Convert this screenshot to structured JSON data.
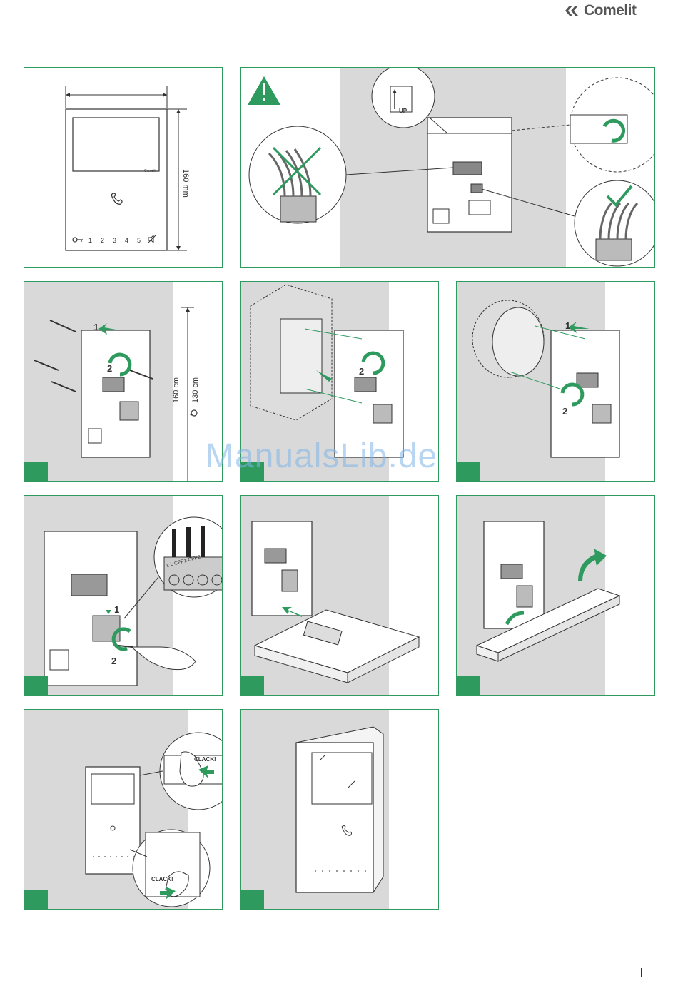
{
  "brand": {
    "name": "Comelit",
    "color": "#555555"
  },
  "colors": {
    "accent": "#2e9a5e",
    "panel_bg": "#d9d9d9",
    "line": "#333333"
  },
  "panel1": {
    "height_label": "160 mm",
    "device_brand": "Comelit",
    "keys": [
      "1",
      "2",
      "3",
      "4",
      "5"
    ]
  },
  "panel2": {
    "up_label": "UP"
  },
  "panel3": {
    "step1": "1",
    "step2": "2",
    "height_standard": "160 cm",
    "height_accessible": "130 cm"
  },
  "panel4": {
    "step2": "2"
  },
  "panel5": {
    "step1": "1",
    "step2": "2"
  },
  "panel6": {
    "step1": "1",
    "step2": "2",
    "terminals": "L  L  CFP1  CFP2"
  },
  "panel9": {
    "clack1": "CLACK!",
    "clack2": "CLACK!"
  },
  "watermark": "ManualsLib.de"
}
